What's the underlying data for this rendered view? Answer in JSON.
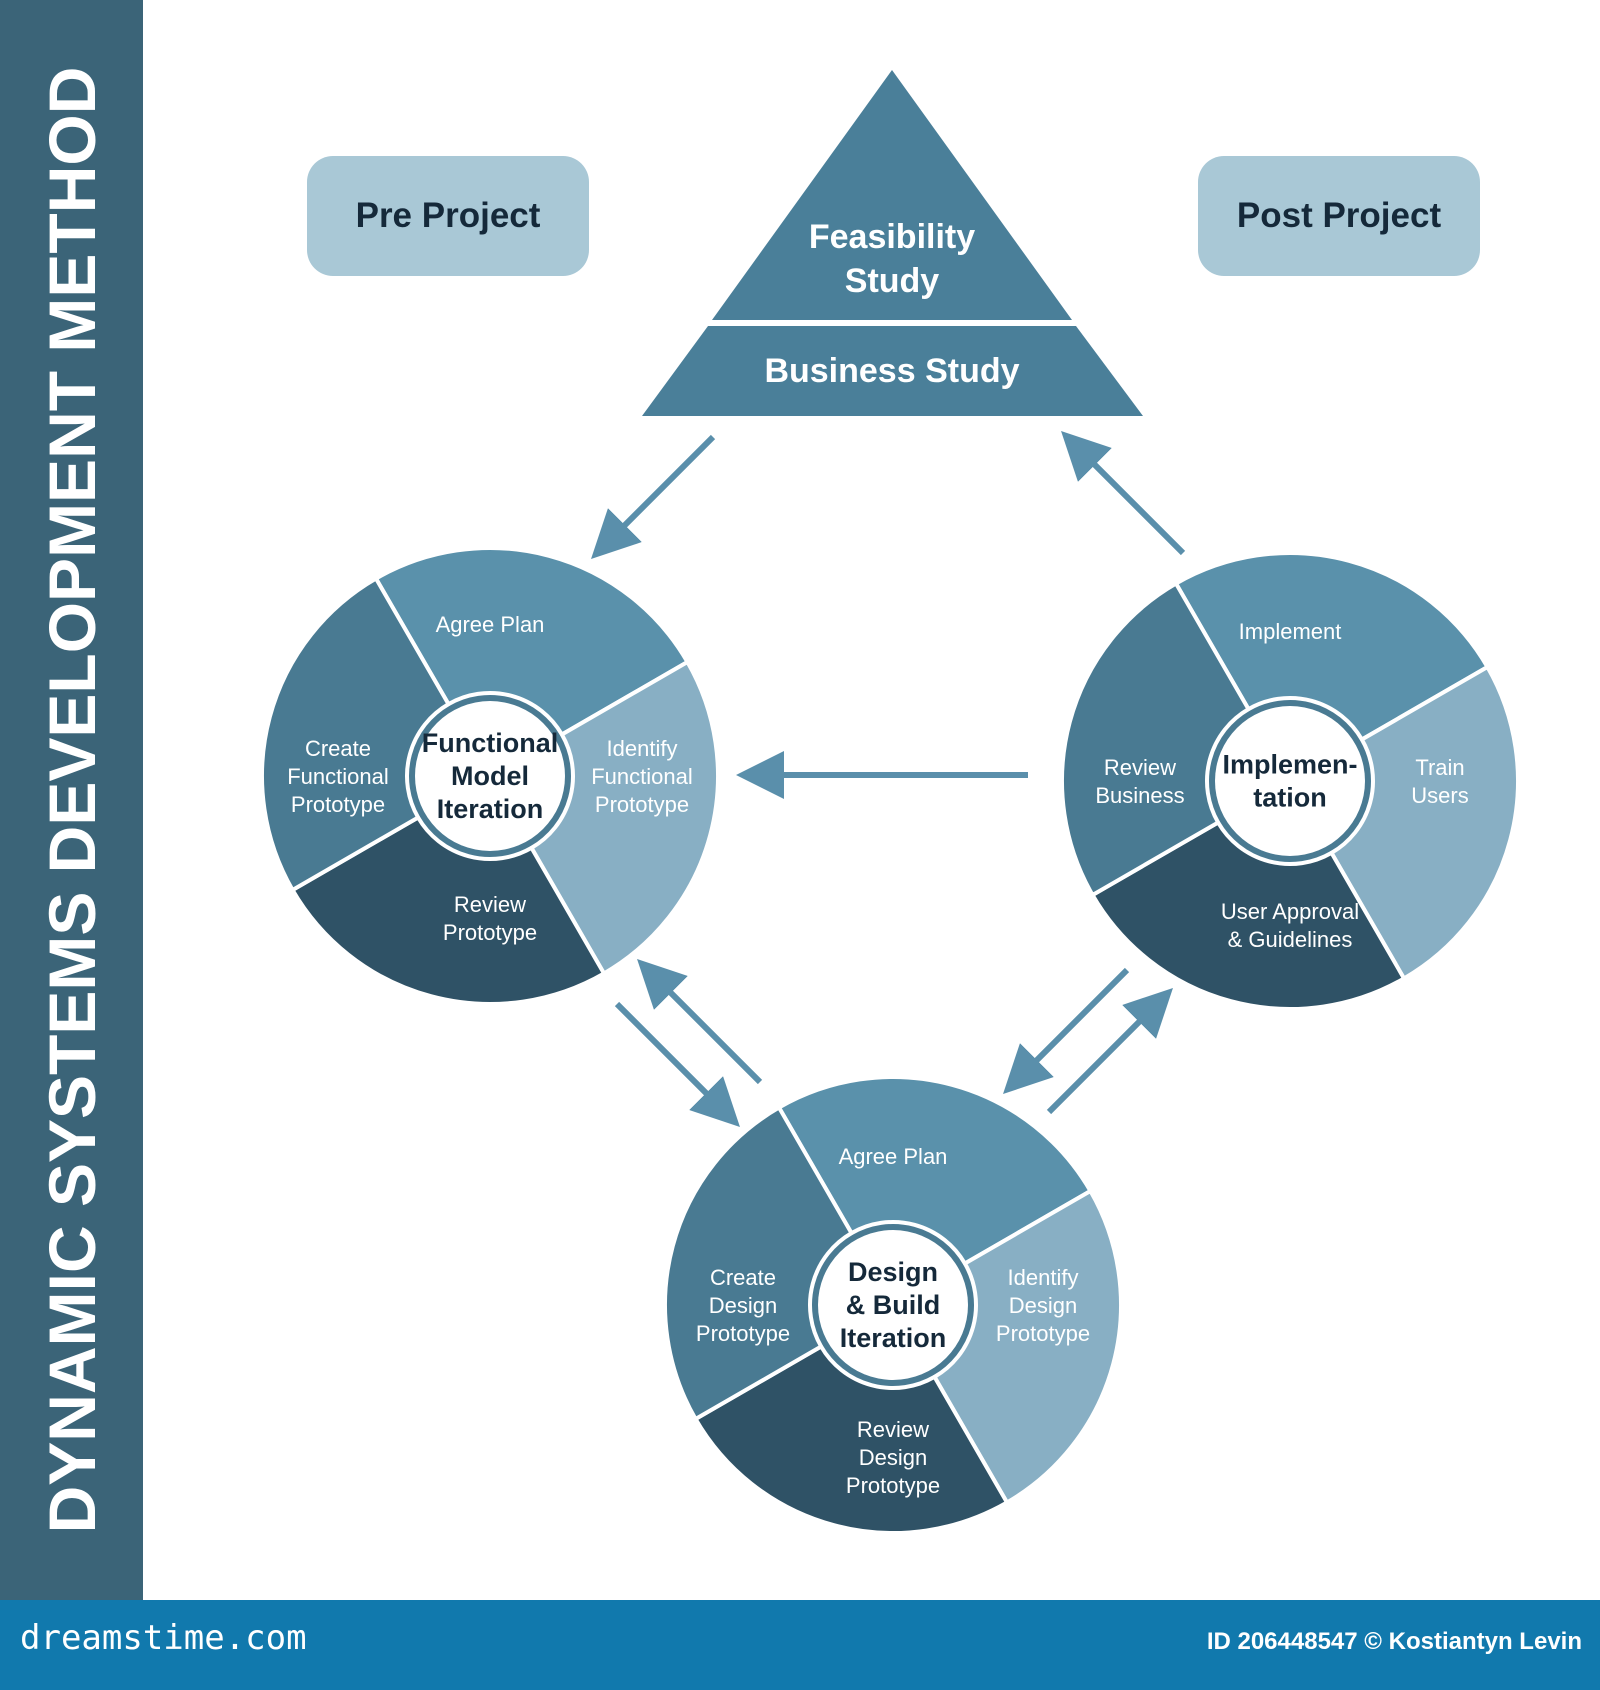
{
  "title": "DYNAMIC SYSTEMS DEVELOPMENT METHOD",
  "pre_project": "Pre Project",
  "post_project": "Post Project",
  "triangle": {
    "top": [
      "Feasibility",
      "Study"
    ],
    "bottom": "Business Study"
  },
  "functional_cycle": {
    "center": [
      "Functional",
      "Model",
      "Iteration"
    ],
    "segments": [
      {
        "lines": [
          "Agree Plan"
        ]
      },
      {
        "lines": [
          "Identify",
          "Functional",
          "Prototype"
        ]
      },
      {
        "lines": [
          "Review",
          "Prototype"
        ]
      },
      {
        "lines": [
          "Create",
          "Functional",
          "Prototype"
        ]
      }
    ]
  },
  "implementation_cycle": {
    "center": [
      "Implemen-",
      "tation"
    ],
    "segments": [
      {
        "lines": [
          "Implement"
        ]
      },
      {
        "lines": [
          "Train",
          "Users"
        ]
      },
      {
        "lines": [
          "User Approval",
          "& Guidelines"
        ]
      },
      {
        "lines": [
          "Review",
          "Business"
        ]
      }
    ]
  },
  "design_cycle": {
    "center": [
      "Design",
      "& Build",
      "Iteration"
    ],
    "segments": [
      {
        "lines": [
          "Agree Plan"
        ]
      },
      {
        "lines": [
          "Identify",
          "Design",
          "Prototype"
        ]
      },
      {
        "lines": [
          "Review",
          "Design",
          "Prototype"
        ]
      },
      {
        "lines": [
          "Create",
          "Design",
          "Prototype"
        ]
      }
    ]
  },
  "footer": {
    "brand": "dreamstime.com",
    "credit": "ID 206448547 © Kostiantyn Levin"
  },
  "colors": {
    "band": "#3b6478",
    "footer": "#1179ad",
    "pill": "#a9c8d6",
    "triangle": "#4a7f99",
    "arrow": "#5a8fab",
    "segment_top": "#5a91ab",
    "segment_right": "#88afc4",
    "segment_bottom": "#2f5266",
    "segment_left": "#497a92"
  }
}
